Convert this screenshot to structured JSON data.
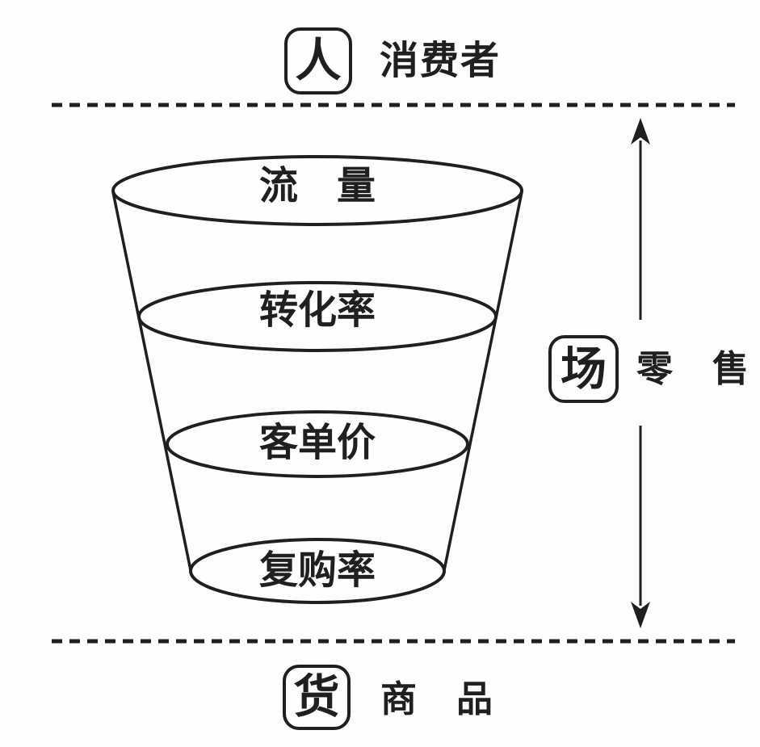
{
  "colors": {
    "ink": "#1f1f1f",
    "background": "#fefefe"
  },
  "people_row": {
    "badge": "人",
    "label": "消费者"
  },
  "funnel": {
    "levels": [
      {
        "label": "流　量"
      },
      {
        "label": "转化率"
      },
      {
        "label": "客单价"
      },
      {
        "label": "复购率"
      }
    ]
  },
  "place_row": {
    "badge": "场",
    "label": "零　售"
  },
  "goods_row": {
    "badge": "货",
    "label": "商　品"
  }
}
